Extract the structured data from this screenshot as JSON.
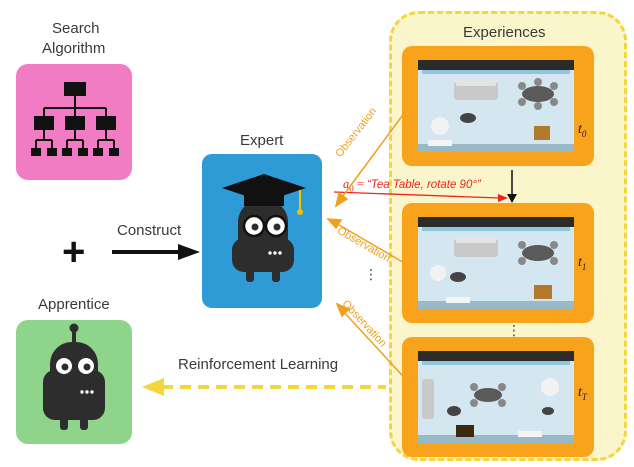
{
  "labels": {
    "search_line1": "Search",
    "search_line2": "Algorithm",
    "expert": "Expert",
    "construct": "Construct",
    "plus": "+",
    "apprentice": "Apprentice",
    "reinforcement": "Reinforcement Learning",
    "experiences": "Experiences"
  },
  "observations": [
    "Observation",
    "Observation",
    "Observation"
  ],
  "action": {
    "var": "a",
    "sub": "0",
    "eq": " = ",
    "text": "“Tea Table, rotate 90°”"
  },
  "frames": [
    {
      "t_base": "t",
      "t_sub": "0"
    },
    {
      "t_base": "t",
      "t_sub": "1"
    },
    {
      "t_base": "t",
      "t_sub": "T"
    }
  ],
  "ellipsis": "⋮",
  "colors": {
    "search_box": "#f27cc3",
    "expert_box": "#2e9bd6",
    "apprentice_box": "#8fd48b",
    "experience_panel": "#fbf5cc",
    "panel_border": "#f5d53c",
    "frame": "#f9a21b",
    "observation": "#f0a020",
    "action": "#e8261f"
  },
  "icons": {
    "search": "hierarchy-tree-icon",
    "expert": "robot-graduate-icon",
    "apprentice": "robot-icon"
  }
}
